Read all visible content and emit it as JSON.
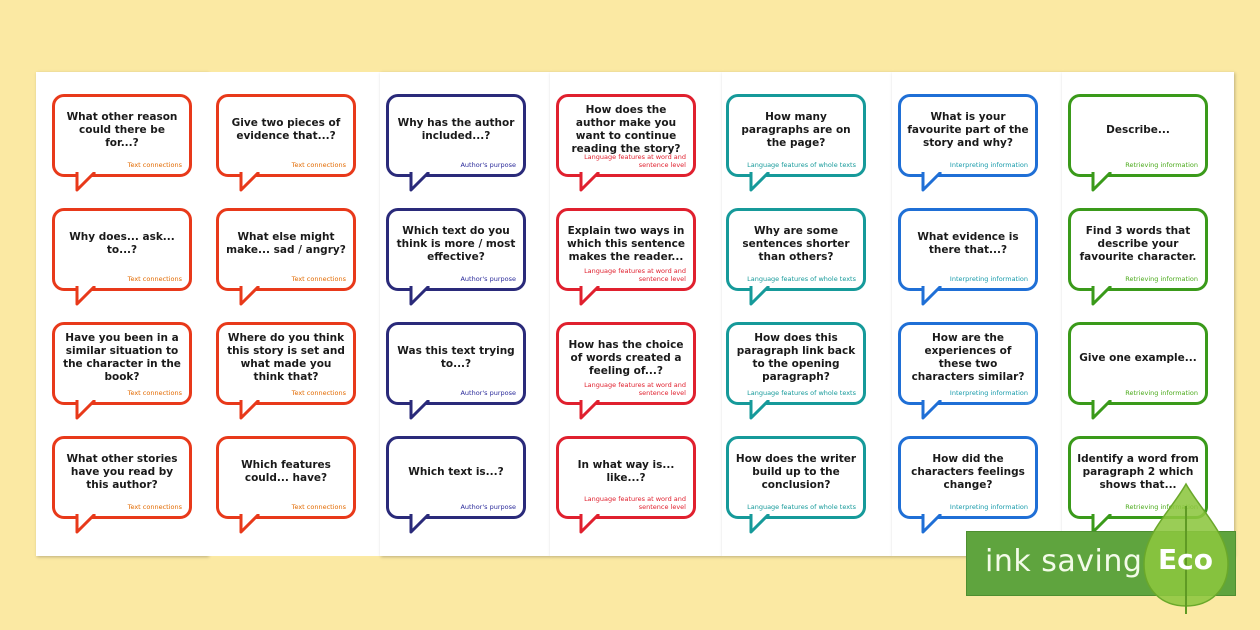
{
  "colors": {
    "background": "#fbe9a3",
    "text_connections": "#e8391a",
    "authors_purpose": "#2a2a7a",
    "language_features": "#e0202e",
    "whole_texts": "#169a9a",
    "interpreting": "#1f6fd6",
    "retrieving": "#3a9a1a",
    "eco_badge": "#5fa43e"
  },
  "columns": [
    {
      "category": "Text connections",
      "color": "#e8391a",
      "cat_color": "#e26a00",
      "cards": [
        {
          "question": "What other reason could there be for...?"
        },
        {
          "question": "Why does... ask... to...?"
        },
        {
          "question": "Have you been in a similar situation to the character in the book?"
        },
        {
          "question": "What other stories have you read by this author?"
        }
      ]
    },
    {
      "category": "Text connections",
      "color": "#e8391a",
      "cat_color": "#e26a00",
      "cards": [
        {
          "question": "Give two pieces of evidence that...?"
        },
        {
          "question": "What else might make... sad / angry?"
        },
        {
          "question": "Where do you think this story is set and what made you think that?"
        },
        {
          "question": "Which features could... have?"
        }
      ]
    },
    {
      "category": "Author's purpose",
      "color": "#2a2a7a",
      "cat_color": "#2a2a9a",
      "cards": [
        {
          "question": "Why has the author included...?"
        },
        {
          "question": "Which text do you think is more / most effective?"
        },
        {
          "question": "Was this text trying to...?"
        },
        {
          "question": "Which text is...?"
        }
      ]
    },
    {
      "category": "Language features at word and sentence level",
      "color": "#e0202e",
      "cat_color": "#e0202e",
      "cards": [
        {
          "question": "How does the author make you want to continue reading the story?"
        },
        {
          "question": "Explain two ways in which this sentence makes the reader..."
        },
        {
          "question": "How has the choice of words created a feeling of...?"
        },
        {
          "question": "In what way is... like...?"
        }
      ]
    },
    {
      "category": "Language features of whole texts",
      "color": "#169a9a",
      "cat_color": "#169a9a",
      "cards": [
        {
          "question": "How many paragraphs are on the page?"
        },
        {
          "question": "Why are some sentences shorter than others?"
        },
        {
          "question": "How does this paragraph link back to the opening paragraph?"
        },
        {
          "question": "How does the writer build up to the conclusion?"
        }
      ]
    },
    {
      "category": "Interpreting information",
      "color": "#1f6fd6",
      "cat_color": "#169aaa",
      "cards": [
        {
          "question": "What is your favourite part of the story and why?"
        },
        {
          "question": "What evidence is there that...?"
        },
        {
          "question": "How are the experiences of these two characters similar?"
        },
        {
          "question": "How did the characters feelings change?"
        }
      ]
    },
    {
      "category": "Retrieving information",
      "color": "#3a9a1a",
      "cat_color": "#4aaa1a",
      "cards": [
        {
          "question": "Describe..."
        },
        {
          "question": "Find 3 words that describe your favourite character."
        },
        {
          "question": "Give one example..."
        },
        {
          "question": "Identify a word from paragraph 2 which shows that..."
        }
      ]
    }
  ],
  "eco_badge": {
    "label": "ink saving",
    "leaf_label": "Eco"
  }
}
